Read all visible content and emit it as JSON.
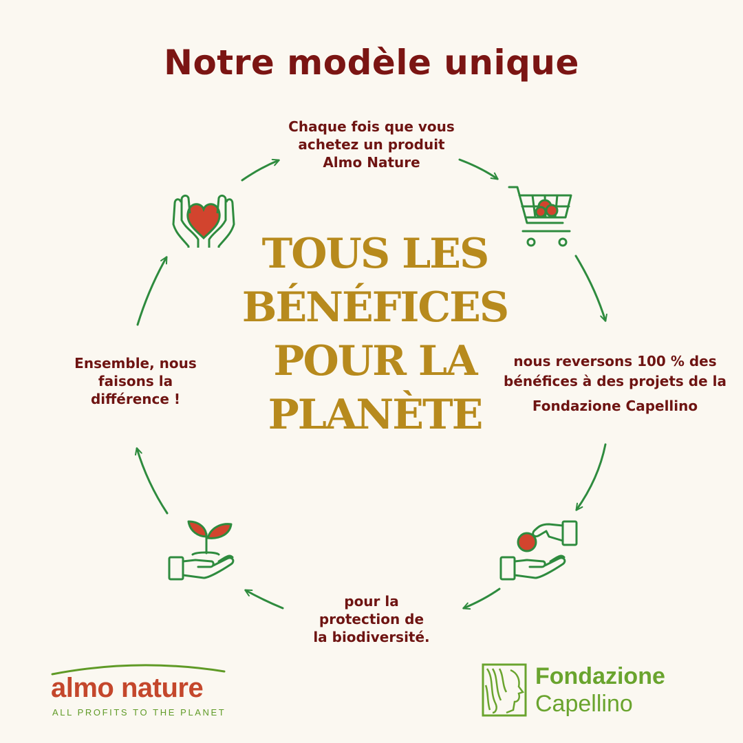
{
  "title": "Notre modèle unique",
  "center": {
    "lines": [
      "TOUS LES",
      "BÉNÉFICES",
      "POUR LA",
      "PLANÈTE"
    ]
  },
  "steps": {
    "purchase": [
      "Chaque fois que vous",
      "achetez un produit",
      "Almo Nature"
    ],
    "donate": [
      "nous reversons 100 % des",
      "bénéfices à des projets de la",
      "Fondazione Capellino"
    ],
    "biodiversity": [
      "pour la",
      "protection de",
      "la biodiversité."
    ],
    "together": [
      "Ensemble, nous",
      "faisons la",
      "différence !"
    ]
  },
  "icons": {
    "heart_hands": "heart-in-hands-icon",
    "cart": "shopping-cart-icon",
    "give": "giving-hands-icon",
    "sprout": "sprout-in-hand-icon"
  },
  "logos": {
    "almo_name": "almo nature",
    "almo_tagline": "ALL PROFITS TO THE PLANET",
    "fondazione_line1": "Fondazione",
    "fondazione_line2": "Capellino"
  },
  "colors": {
    "background": "#fbf8f1",
    "title": "#7b1513",
    "center_text": "#b78a1d",
    "arrow_green": "#2e8b3e",
    "icon_red": "#d2442e",
    "logo_green": "#6aa42e",
    "logo_orange": "#c4472c"
  }
}
